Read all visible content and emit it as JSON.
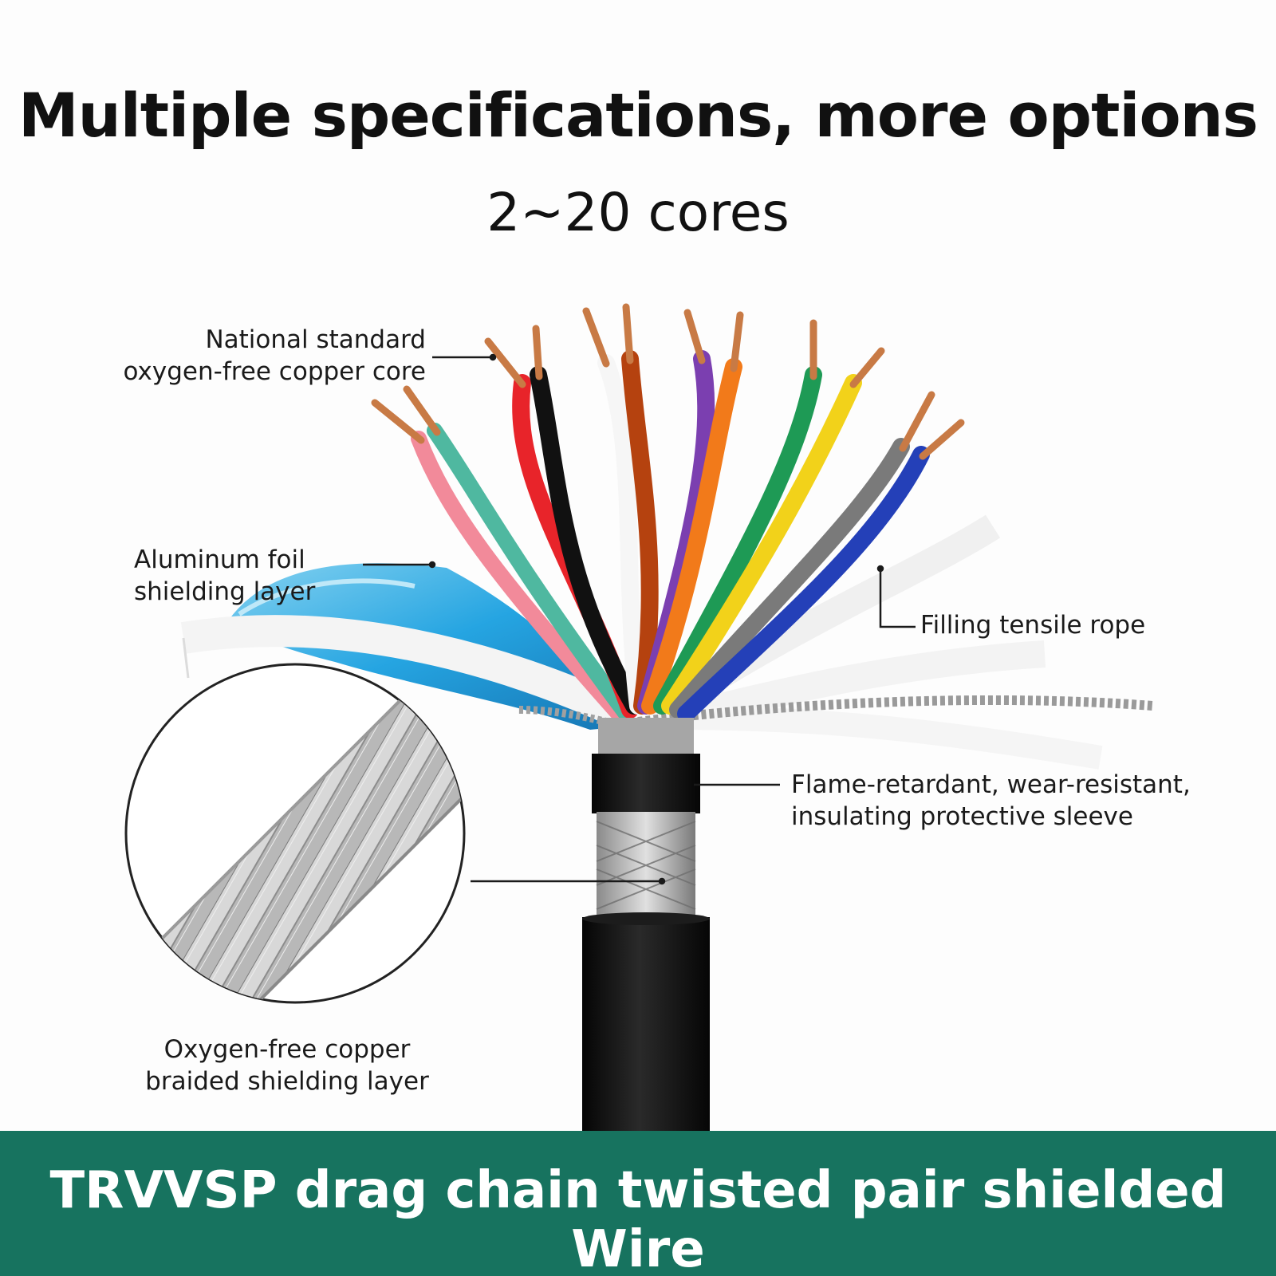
{
  "headline": {
    "title": "Multiple specifications, more options",
    "subtitle": "2~20 cores"
  },
  "callouts": {
    "copper_core": [
      "National standard",
      "oxygen-free copper core"
    ],
    "foil_layer": [
      "Aluminum foil",
      "shielding layer"
    ],
    "filling_rope": "Filling tensile rope",
    "sleeve": [
      "Flame-retardant, wear-resistant,",
      "insulating protective sleeve"
    ],
    "braid_layer": [
      "Oxygen-free copper",
      "braided shielding layer"
    ]
  },
  "banner": {
    "text": "TRVVSP drag chain twisted pair shielded Wire",
    "color": "#17735f"
  },
  "wire_colors": [
    "#f28a9a",
    "#4fb8a0",
    "#e8242a",
    "#111111",
    "#f2f2f2",
    "#b5420f",
    "#7b3fb0",
    "#f27a1a",
    "#1e9a55",
    "#f2d21a",
    "#7a7a7a",
    "#2440b8"
  ],
  "icons": [
    "copper-strand-icon",
    "foil-icon",
    "braid-icon",
    "cable-jacket-icon"
  ]
}
